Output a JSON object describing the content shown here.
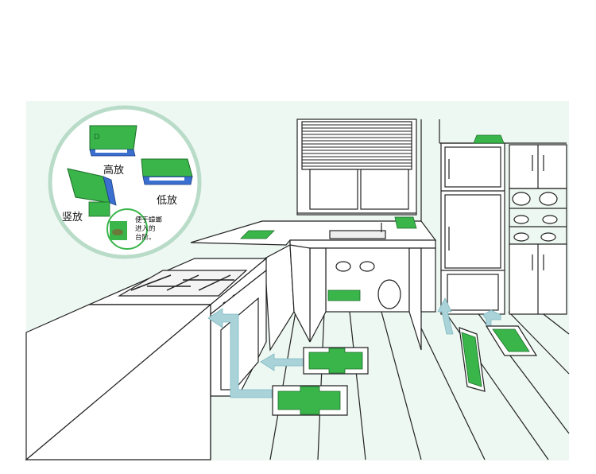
{
  "inset": {
    "labels": {
      "high": "高放",
      "low": "低放",
      "vertical": "竖放"
    },
    "note_lines": [
      "便于蟑螂",
      "进入的",
      "台阶。"
    ]
  },
  "colors": {
    "background": "#eef8f2",
    "trap_green": "#39b54a",
    "trap_blue": "#3a6fd0",
    "arrow": "#a9d3d9",
    "inset_ring": "#b9dcc9",
    "line": "#222222"
  }
}
